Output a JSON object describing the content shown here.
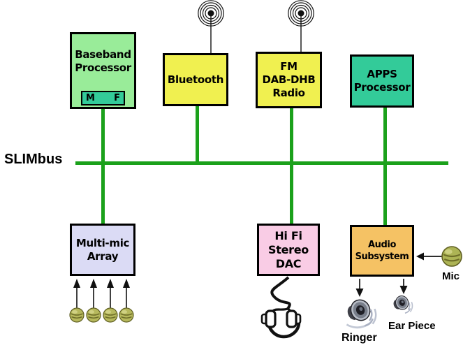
{
  "bus": {
    "label": "SLIMbus"
  },
  "boxes": {
    "baseband": {
      "lines": [
        "Baseband",
        "Processor"
      ],
      "m": "M",
      "f": "F"
    },
    "bluetooth": {
      "lines": [
        "Bluetooth"
      ]
    },
    "fm_radio": {
      "lines": [
        "FM",
        "DAB-DHB",
        "Radio"
      ]
    },
    "apps": {
      "lines": [
        "APPS",
        "Processor"
      ]
    },
    "multi_mic": {
      "lines": [
        "Multi-mic",
        "Array"
      ]
    },
    "hifi_dac": {
      "lines": [
        "Hi Fi",
        "Stereo",
        "DAC"
      ]
    },
    "audio_subsystem": {
      "lines": [
        "Audio",
        "Subsystem"
      ]
    }
  },
  "labels": {
    "mic": "Mic",
    "ringer": "Ringer",
    "ear_piece": "Ear Piece"
  },
  "icons": {
    "antenna": "antenna-icon",
    "microphone": "mic-icon",
    "headphones": "headphones-icon",
    "speaker": "speaker-icon"
  },
  "colors": {
    "bus_green": "#1BA11B",
    "baseband_fill": "#99EC99",
    "teal_fill": "#33CB99",
    "yellow_fill": "#F0F050",
    "lavender_fill": "#DBDBF5",
    "pink_fill": "#F9CCE5",
    "orange_fill": "#F5C264",
    "mic_olive": "#B6B85C",
    "border_black": "#000000"
  }
}
